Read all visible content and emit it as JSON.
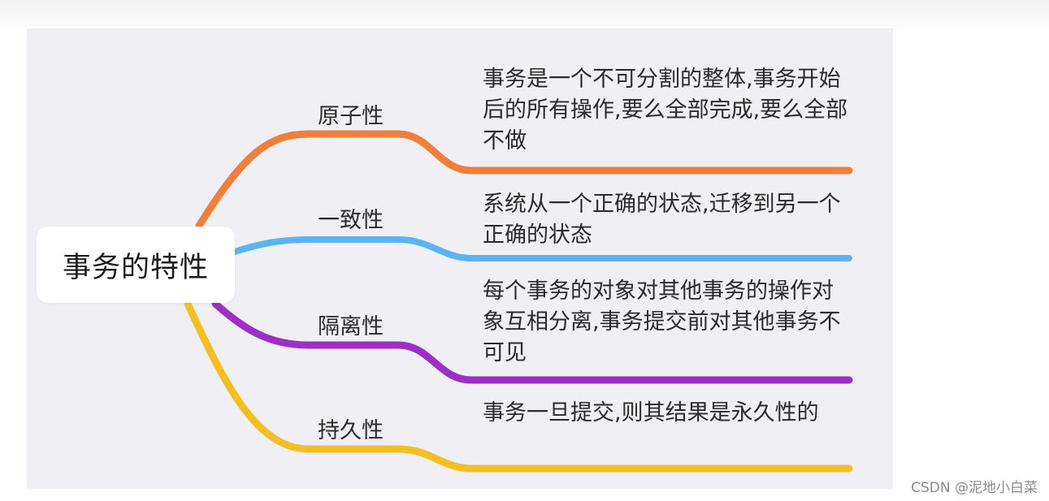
{
  "root": {
    "label": "事务的特性"
  },
  "branches": [
    {
      "label": "原子性",
      "description": "事务是一个不可分割的整体,事务开始后的所有操作,要么全部完成,要么全部不做",
      "color": "#f07f3c"
    },
    {
      "label": "一致性",
      "description": "系统从一个正确的状态,迁移到另一个正确的状态",
      "color": "#5bb4f0"
    },
    {
      "label": "隔离性",
      "description": "每个事务的对象对其他事务的操作对象互相分离,事务提交前对其他事务不可见",
      "color": "#9b2fc6"
    },
    {
      "label": "持久性",
      "description": "事务一旦提交,则其结果是永久性的",
      "color": "#f4bf25"
    }
  ],
  "watermark": "CSDN @泥地小白菜"
}
